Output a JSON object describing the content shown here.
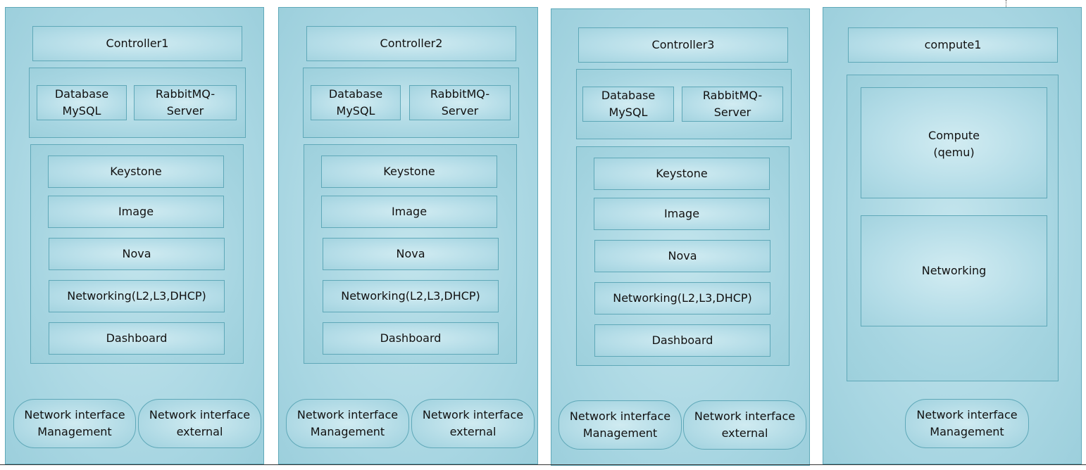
{
  "nodes": [
    {
      "title": "Controller1",
      "db": "Database\nMySQL",
      "mq": "RabbitMQ-\nServer",
      "services": [
        "Keystone",
        "Image",
        "Nova",
        "Networking(L2,L3,DHCP)",
        "Dashboard"
      ],
      "nic_mgmt": "Network interface\nManagement",
      "nic_ext": "Network interface\nexternal"
    },
    {
      "title": "Controller2",
      "db": "Database\nMySQL",
      "mq": "RabbitMQ-\nServer",
      "services": [
        "Keystone",
        "Image",
        "Nova",
        "Networking(L2,L3,DHCP)",
        "Dashboard"
      ],
      "nic_mgmt": "Network interface\nManagement",
      "nic_ext": "Network interface\nexternal"
    },
    {
      "title": "Controller3",
      "db": "Database\nMySQL",
      "mq": "RabbitMQ-\nServer",
      "services": [
        "Keystone",
        "Image",
        "Nova",
        "Networking(L2,L3,DHCP)",
        "Dashboard"
      ],
      "nic_mgmt": "Network interface\nManagement",
      "nic_ext": "Network interface\nexternal"
    },
    {
      "title": "compute1",
      "compute": "Compute\n(qemu)",
      "networking": "Networking",
      "nic_mgmt": "Network interface\nManagement"
    }
  ],
  "colors": {
    "fill": "#aad8e4",
    "border": "#5fa8b8"
  }
}
